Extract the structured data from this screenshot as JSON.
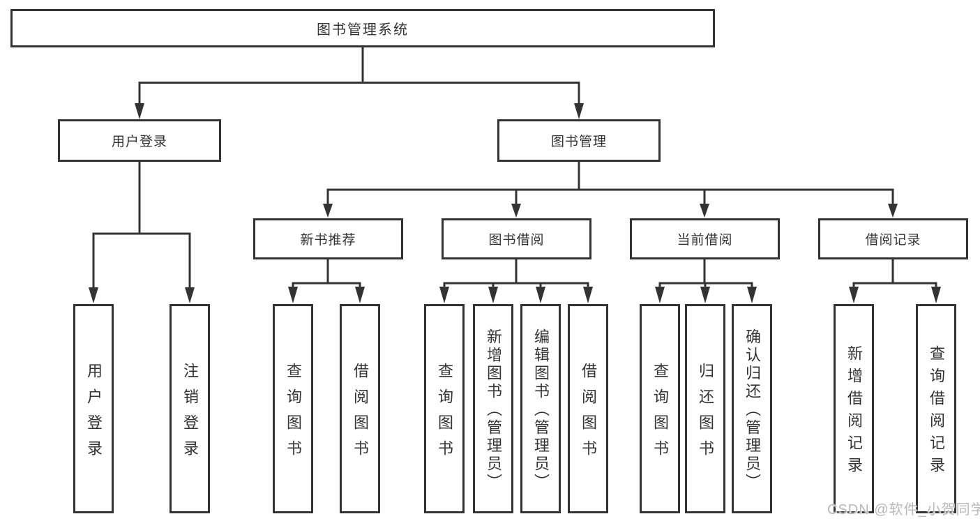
{
  "diagram": {
    "root": {
      "label": "图书管理系统"
    },
    "level1": [
      {
        "label": "用户登录"
      },
      {
        "label": "图书管理"
      }
    ],
    "level2": [
      {
        "label": "新书推荐"
      },
      {
        "label": "图书借阅"
      },
      {
        "label": "当前借阅"
      },
      {
        "label": "借阅记录"
      }
    ],
    "leaves": [
      {
        "label": "用户登录"
      },
      {
        "label": "注销登录"
      },
      {
        "label": "查询图书"
      },
      {
        "label": "借阅图书"
      },
      {
        "label": "查询图书"
      },
      {
        "label": "新增图书（管理员）"
      },
      {
        "label": "编辑图书（管理员）"
      },
      {
        "label": "借阅图书"
      },
      {
        "label": "查询图书"
      },
      {
        "label": "归还图书"
      },
      {
        "label": "确认归还（管理员）"
      },
      {
        "label": "新增借阅记录"
      },
      {
        "label": "查询借阅记录"
      }
    ],
    "colors": {
      "line": "#333333",
      "box_border": "#333333",
      "text": "#333333",
      "background": "#ffffff",
      "watermark": "#b9b9b9"
    }
  },
  "watermark": {
    "text": "CSDN @软件_小贺同学"
  }
}
